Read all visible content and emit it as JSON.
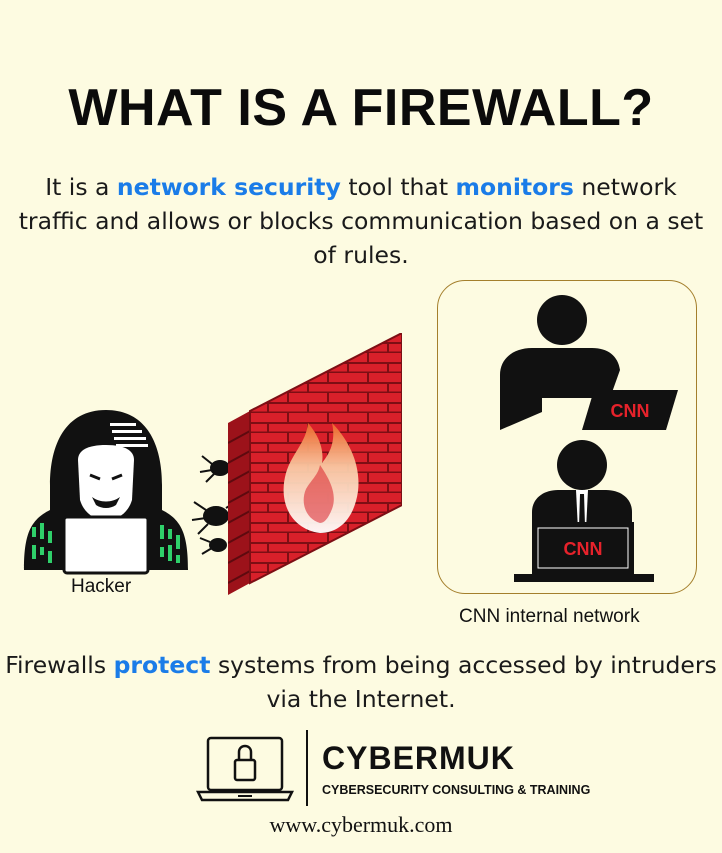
{
  "title": "WHAT IS A FIREWALL?",
  "intro": {
    "part1": "It is a ",
    "highlight1": "network security",
    "part2": " tool that ",
    "highlight2": "monitors",
    "part3": " network traffic and allows or blocks communication based on a set of rules."
  },
  "illustration": {
    "hacker_label": "Hacker",
    "network_label": "CNN internal network",
    "screen_logo": "CNN"
  },
  "outro": {
    "part1": "Firewalls ",
    "highlight": "protect",
    "part2": " systems from being accessed by intruders via the Internet."
  },
  "brand": {
    "name": "CYBERMUK",
    "tagline": "CYBERSECURITY CONSULTING & TRAINING",
    "url": "www.cybermuk.com"
  },
  "colors": {
    "background": "#fdfbe1",
    "highlight": "#1a7ce8",
    "brick": "#d8202a",
    "box_border": "#a47f2c"
  }
}
